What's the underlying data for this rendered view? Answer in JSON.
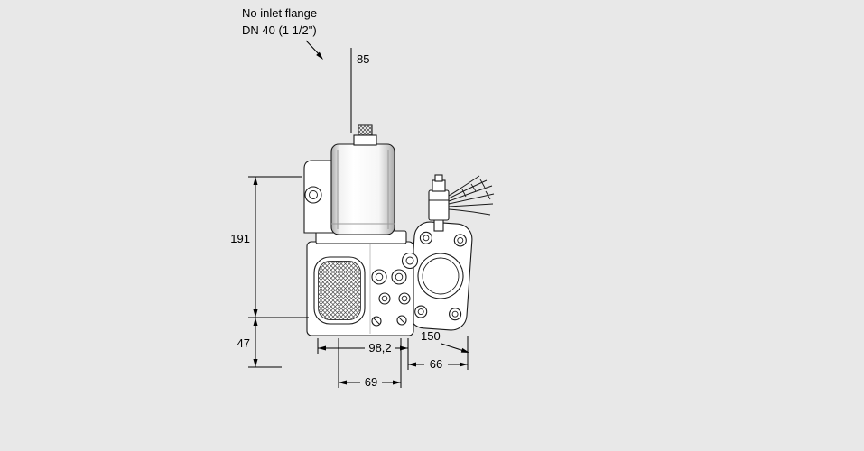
{
  "colors": {
    "background": "#e8e8e8",
    "line": "#000000",
    "fill": "#ffffff"
  },
  "note": {
    "line1": "No inlet flange",
    "line2": "DN 40 (1 1/2\")"
  },
  "dims": {
    "d85": "85",
    "d191": "191",
    "d47": "47",
    "d98_2": "98,2",
    "d150": "150",
    "d66": "66",
    "d69": "69"
  }
}
